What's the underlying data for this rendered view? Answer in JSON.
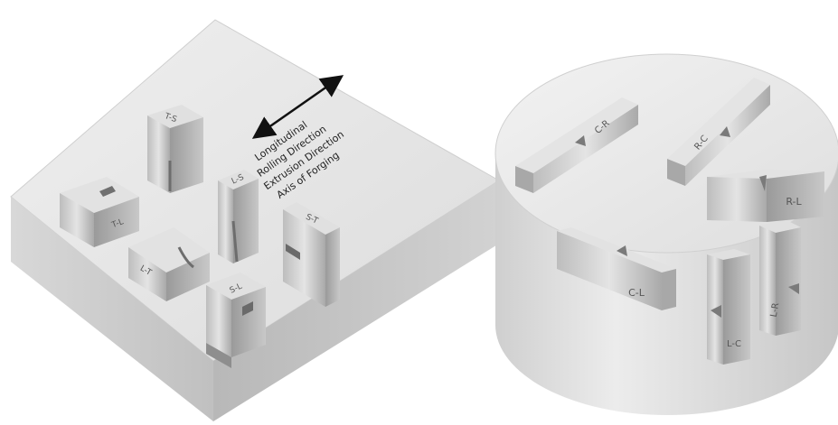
{
  "plate": {
    "direction_labels": [
      "Longitudinal",
      "Rolling Direction",
      "Extrusion Direction",
      "Axis of Forging"
    ],
    "specimens": {
      "t_s": "T-S",
      "l_s": "L-S",
      "t_l": "T-L",
      "l_t": "L-T",
      "s_l": "S-L",
      "s_t": "S-T"
    }
  },
  "cylinder": {
    "specimens": {
      "c_r": "C-R",
      "r_c": "R-C",
      "r_l": "R-L",
      "c_l": "C-L",
      "l_r": "L-R",
      "l_c": "L-C"
    }
  },
  "colors": {
    "top_face": "#e8e8e8",
    "side_face": "#c4c4c4",
    "specimen_light": "#d6d6d6",
    "specimen_dark": "#9c9c9c",
    "arrow": "#111111"
  }
}
